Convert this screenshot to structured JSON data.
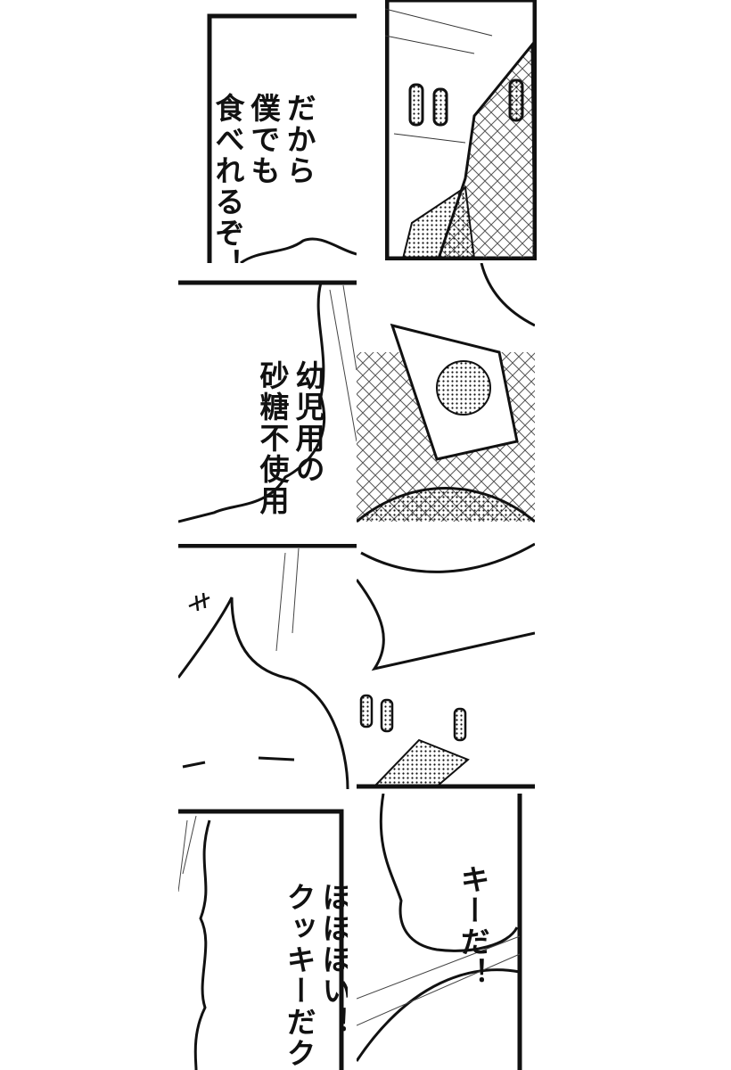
{
  "panels": [
    {
      "id": "p1",
      "speech": [
        "だから",
        "僕でも",
        "食べれるぞ！"
      ]
    },
    {
      "id": "p3",
      "speech": [
        "幼児用の",
        "砂糖不使用"
      ]
    },
    {
      "id": "p7",
      "speech": [
        "ほほほい！",
        "クッキーだクッ"
      ]
    },
    {
      "id": "p8",
      "speech": [
        "キーだ！"
      ]
    }
  ],
  "colors": {
    "ink": "#111111",
    "paper": "#ffffff",
    "tone": "#888888"
  }
}
